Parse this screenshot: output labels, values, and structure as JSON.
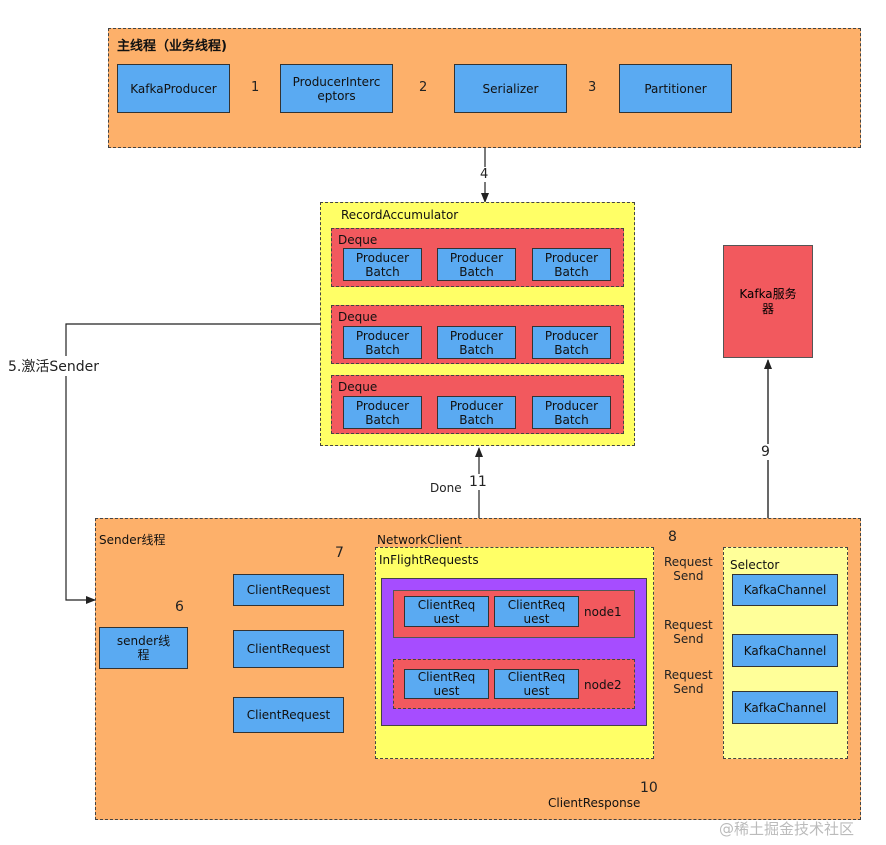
{
  "main_thread": {
    "title": "主线程（业务线程)",
    "boxes": [
      "KafkaProducer",
      "ProducerInterc\neptors",
      "Serializer",
      "Partitioner"
    ],
    "steps": [
      "1",
      "2",
      "3"
    ]
  },
  "step4": "4",
  "accumulator": {
    "title": "RecordAccumulator",
    "deque_label": "Deque",
    "batch_label": "Producer\nBatch"
  },
  "kafka_server": "Kafka服务\n器",
  "step5": "5.激活Sender",
  "step9": "9",
  "done": {
    "label": "Done",
    "step": "11"
  },
  "sender": {
    "title": "Sender线程",
    "thread_box": "sender线\n程",
    "step6": "6",
    "step7": "7",
    "client_request": "ClientRequest"
  },
  "network_client": {
    "title": "NetworkClient",
    "inflight_title": "InFlightRequests",
    "inflight_req": "ClientReq\nuest",
    "nodes": [
      "node1",
      "node2"
    ]
  },
  "step8": "8",
  "request_send": "Request\nSend",
  "selector": {
    "title": "Selector",
    "channel": "KafkaChannel"
  },
  "client_response": {
    "label": "ClientResponse",
    "step": "10"
  },
  "watermark": "@稀土掘金技术社区"
}
